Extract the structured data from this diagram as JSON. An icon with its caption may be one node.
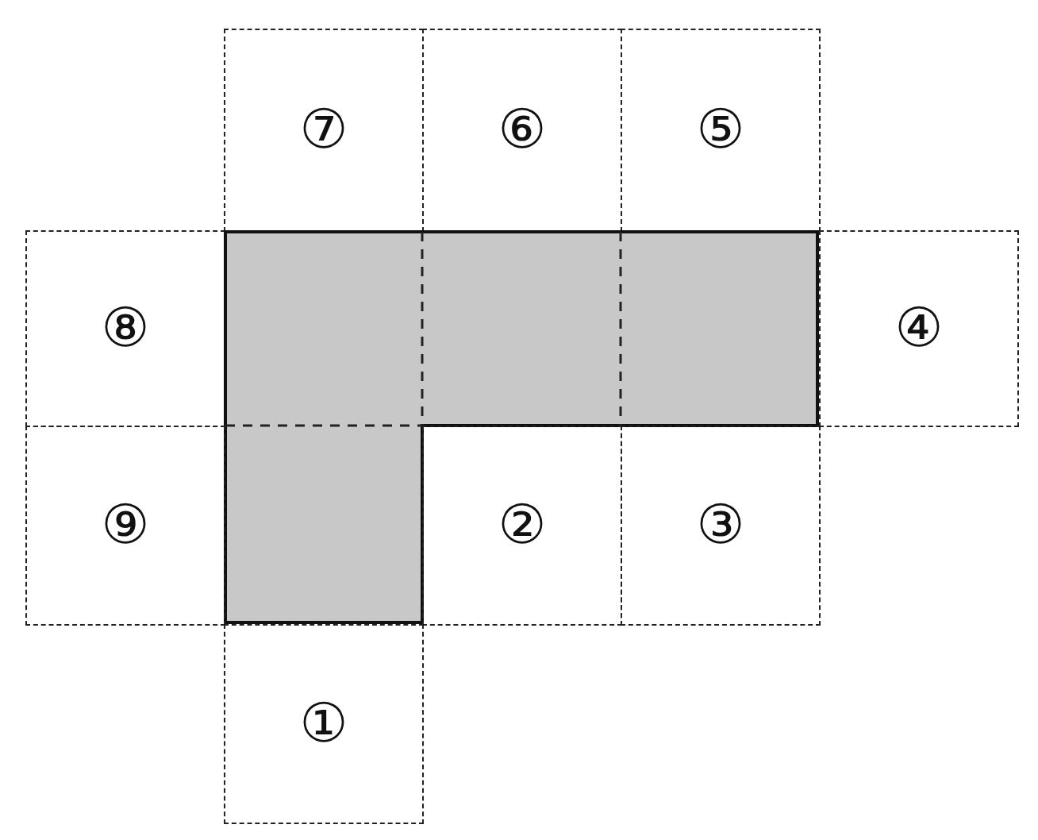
{
  "diagram": {
    "nodes": [
      {
        "text": [
          "⑦"
        ]
      },
      {
        "text": [
          "⑥"
        ]
      },
      {
        "text": [
          "⑤"
        ]
      },
      {
        "text": [
          "⑧"
        ]
      },
      {
        "text": [],
        "shape": "box"
      },
      {
        "text": [
          "④"
        ]
      },
      {
        "text": [
          "⑨"
        ]
      },
      {
        "text": [
          "②"
        ]
      },
      {
        "text": [
          "③"
        ]
      },
      {
        "text": [
          "①"
        ]
      }
    ]
  }
}
